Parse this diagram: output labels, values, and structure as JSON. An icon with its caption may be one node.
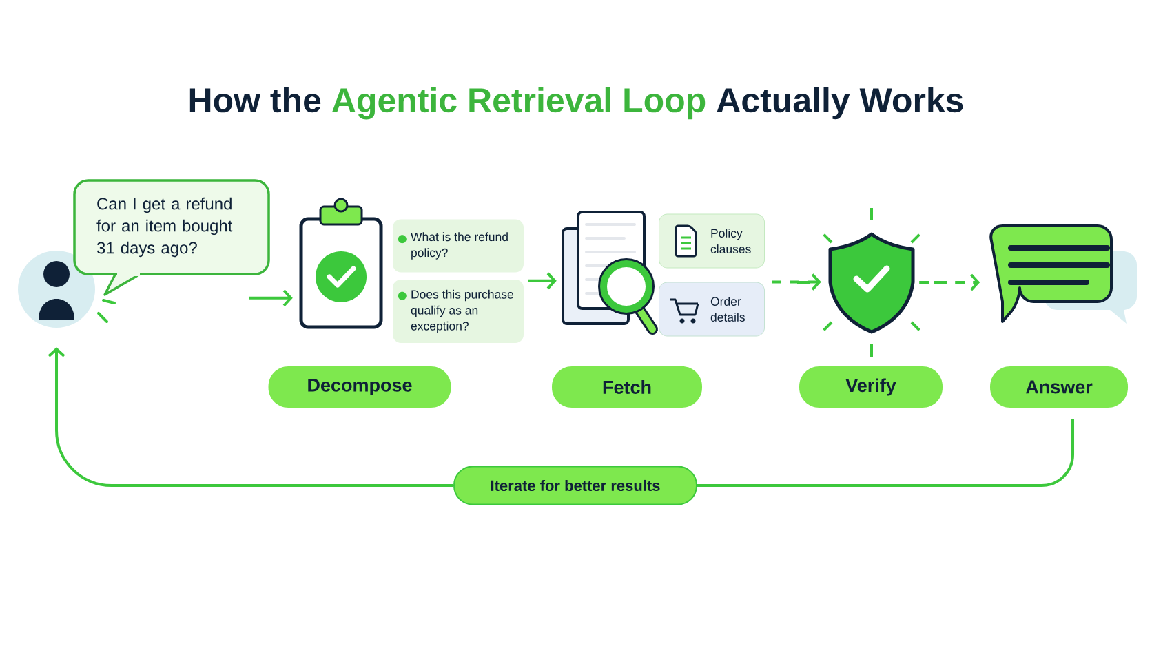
{
  "diagram": {
    "title": "How the **Agentic Retrieval Loop** Actually Works",
    "nodes": [
      {
        "text": [],
        "shape": "person"
      },
      {
        "text": [
          "Can I get a refund for an item bought 31 days ago?"
        ]
      },
      {
        "text": [],
        "shape": "clipboard"
      },
      {
        "text": [
          "What is the refund policy?"
        ]
      },
      {
        "text": [
          "Does this purchase qualify as an exception?"
        ]
      },
      {
        "text": [],
        "shape": "documents"
      },
      {
        "text": [
          "Policy clauses"
        ]
      },
      {
        "text": [
          "Order details"
        ]
      },
      {
        "text": [],
        "shape": "shield"
      },
      {
        "text": [],
        "shape": "bubble"
      },
      {
        "text": [
          "Decompose"
        ]
      },
      {
        "text": [
          "Fetch"
        ]
      },
      {
        "text": [
          "Verify"
        ]
      },
      {
        "text": [
          "Answer"
        ]
      },
      {
        "text": [
          "Iterate for better results"
        ]
      }
    ],
    "edges": [
      {
        "from": 1,
        "to": 2,
        "arrow": "to"
      },
      {
        "from": 4,
        "to": 5,
        "arrow": "to"
      },
      {
        "from": 7,
        "to": 8,
        "arrow": "to",
        "style": "dashed"
      },
      {
        "from": 8,
        "to": 9,
        "arrow": "to",
        "style": "dashed"
      },
      {
        "from": 13,
        "to": 14,
        "arrow": "none"
      },
      {
        "from": 14,
        "to": 0,
        "arrow": "to"
      }
    ]
  }
}
